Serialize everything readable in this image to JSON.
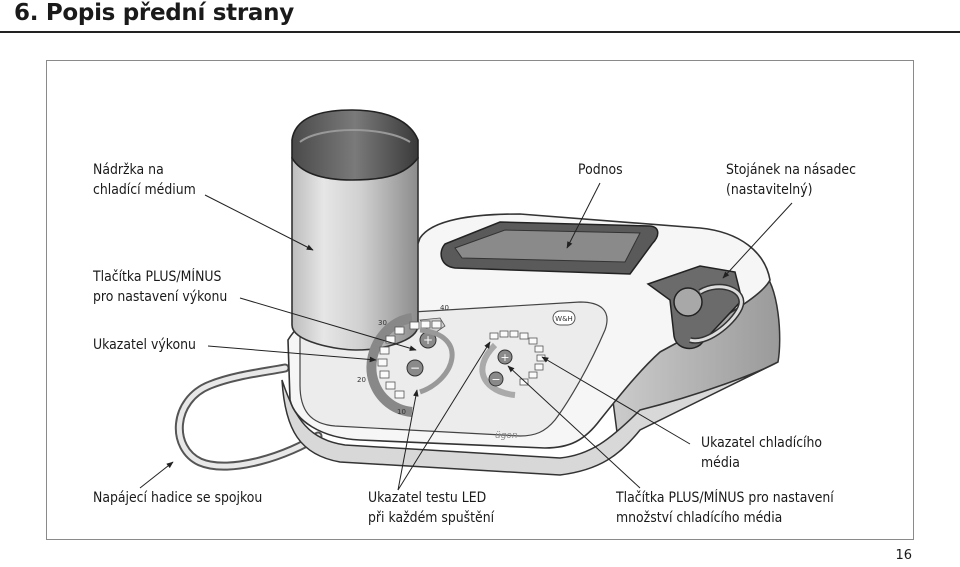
{
  "page": {
    "title": "6. Popis přední strany",
    "page_number": "16"
  },
  "labels": {
    "tank": [
      "Nádržka na",
      "chladící médium"
    ],
    "tray": [
      "Podnos"
    ],
    "holder": [
      "Stojánek na násadec",
      "(nastavitelný)"
    ],
    "power_buttons": [
      "Tlačítka PLUS/MÍNUS",
      "pro nastavení výkonu"
    ],
    "power_indicator": [
      "Ukazatel výkonu"
    ],
    "supply_hose": [
      "Napájecí hadice se spojkou"
    ],
    "led_test": [
      "Ukazatel testu LED",
      "při každém spuštění"
    ],
    "coolant_indicator": [
      "Ukazatel chladícího",
      "média"
    ],
    "coolant_buttons": [
      "Tlačítka PLUS/MÍNUS pro nastavení",
      "množství chladícího média"
    ]
  },
  "device": {
    "scale_ticks": [
      "10",
      "20",
      "30",
      "40"
    ],
    "logo": "W&H",
    "brand": "ügon"
  }
}
